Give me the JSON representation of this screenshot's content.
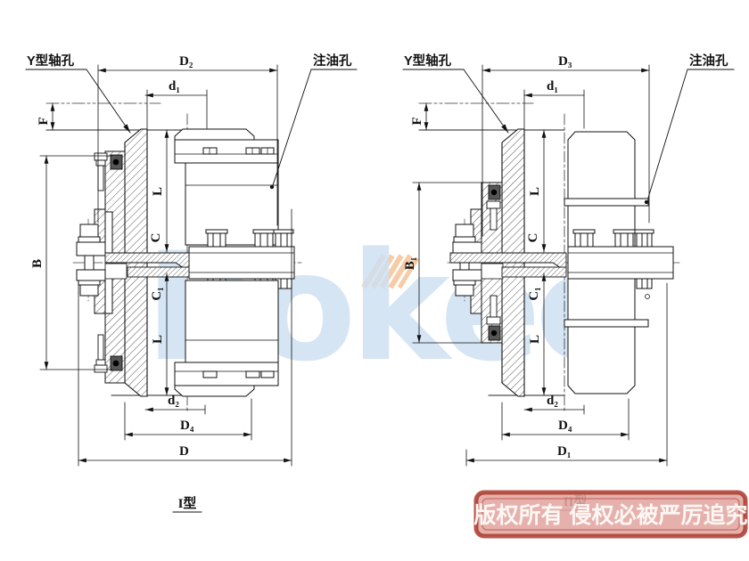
{
  "watermark": {
    "text": "Rokee",
    "registered": "®",
    "text_color": "#cfe1f2",
    "stripe_color": "#f6c9a1"
  },
  "banner": {
    "text": "版权所有 侵权必被严厉追究",
    "bg_color": "#e3a6a1",
    "border_color": "#a93a2e",
    "text_color": "#fcf7f4"
  },
  "views": [
    {
      "title": "I型",
      "shaft_hole_label": "Y型轴孔",
      "oil_hole_label": "注油孔",
      "dims": {
        "top_diameter": "D₂",
        "bore_top": "d₁",
        "keyway": "F",
        "hub_width": "B",
        "len_top": "L",
        "gap_c": "C",
        "gap_c1": "C₁",
        "len_bottom": "L",
        "bore_bottom": "d₂",
        "flange_diameter": "D₄",
        "outer_diameter": "D"
      }
    },
    {
      "title": "II型",
      "shaft_hole_label": "Y型轴孔",
      "oil_hole_label": "注油孔",
      "dims": {
        "top_diameter": "D₃",
        "bore_top": "d₁",
        "keyway": "F",
        "hub_width": "B₁",
        "len_top": "L",
        "gap_c": "C",
        "gap_c1": "C₁",
        "len_bottom": "L",
        "bore_bottom": "d₂",
        "flange_diameter": "D₄",
        "outer_diameter": "D₁"
      }
    }
  ]
}
